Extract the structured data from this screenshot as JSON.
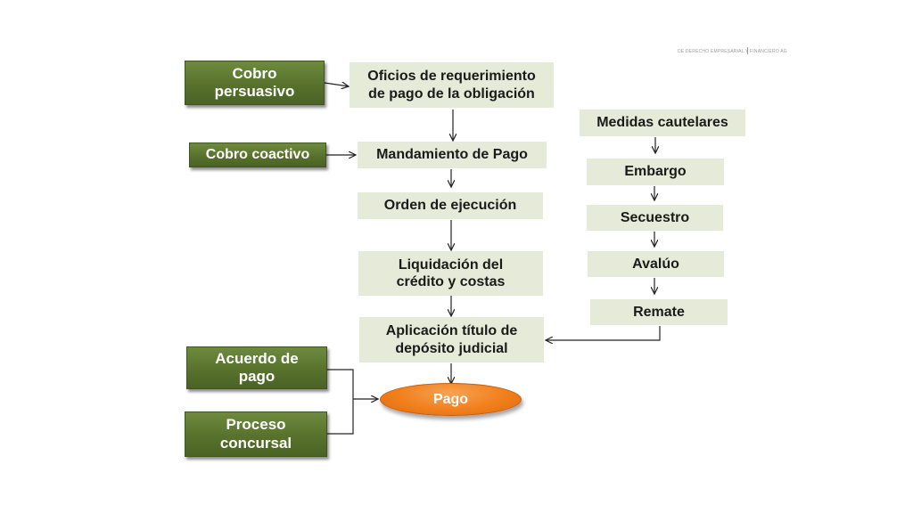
{
  "header_note": "DE DERECHO EMPRESARIAL Y FINANCIERO AG",
  "colors": {
    "green_box": "#58722d",
    "light_box": "#e6ebd9",
    "orange_oval": "#f07f1c",
    "connector": "#222222"
  },
  "triggers": {
    "cobro_persuasivo": "Cobro\npersuasivo",
    "cobro_coactivo": "Cobro coactivo",
    "acuerdo_pago": "Acuerdo de\npago",
    "proceso_concursal": "Proceso\nconcursal"
  },
  "main_flow": {
    "oficios": "Oficios de requerimiento\nde pago de la obligación",
    "mandamiento": "Mandamiento de Pago",
    "orden": "Orden de ejecución",
    "liquidacion": "Liquidación del\ncrédito y costas",
    "aplicacion": "Aplicación título de\ndepósito judicial",
    "pago": "Pago"
  },
  "medidas": {
    "title": "Medidas cautelares",
    "embargo": "Embargo",
    "secuestro": "Secuestro",
    "avaluo": "Avalúo",
    "remate": "Remate"
  }
}
